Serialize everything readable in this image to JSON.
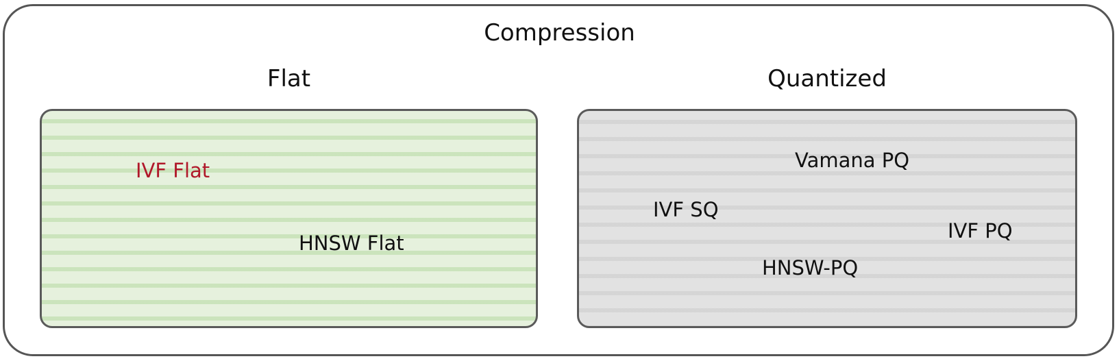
{
  "diagram": {
    "title": "Compression",
    "groups": [
      {
        "label": "Flat",
        "fill_color": "#e6f1dd",
        "items": [
          {
            "label": "IVF Flat",
            "color": "#b0182a"
          },
          {
            "label": "HNSW Flat",
            "color": "#111111"
          }
        ]
      },
      {
        "label": "Quantized",
        "fill_color": "#e2e2e2",
        "items": [
          {
            "label": "Vamana PQ",
            "color": "#111111"
          },
          {
            "label": "IVF SQ",
            "color": "#111111"
          },
          {
            "label": "IVF PQ",
            "color": "#111111"
          },
          {
            "label": "HNSW-PQ",
            "color": "#111111"
          }
        ]
      }
    ]
  }
}
